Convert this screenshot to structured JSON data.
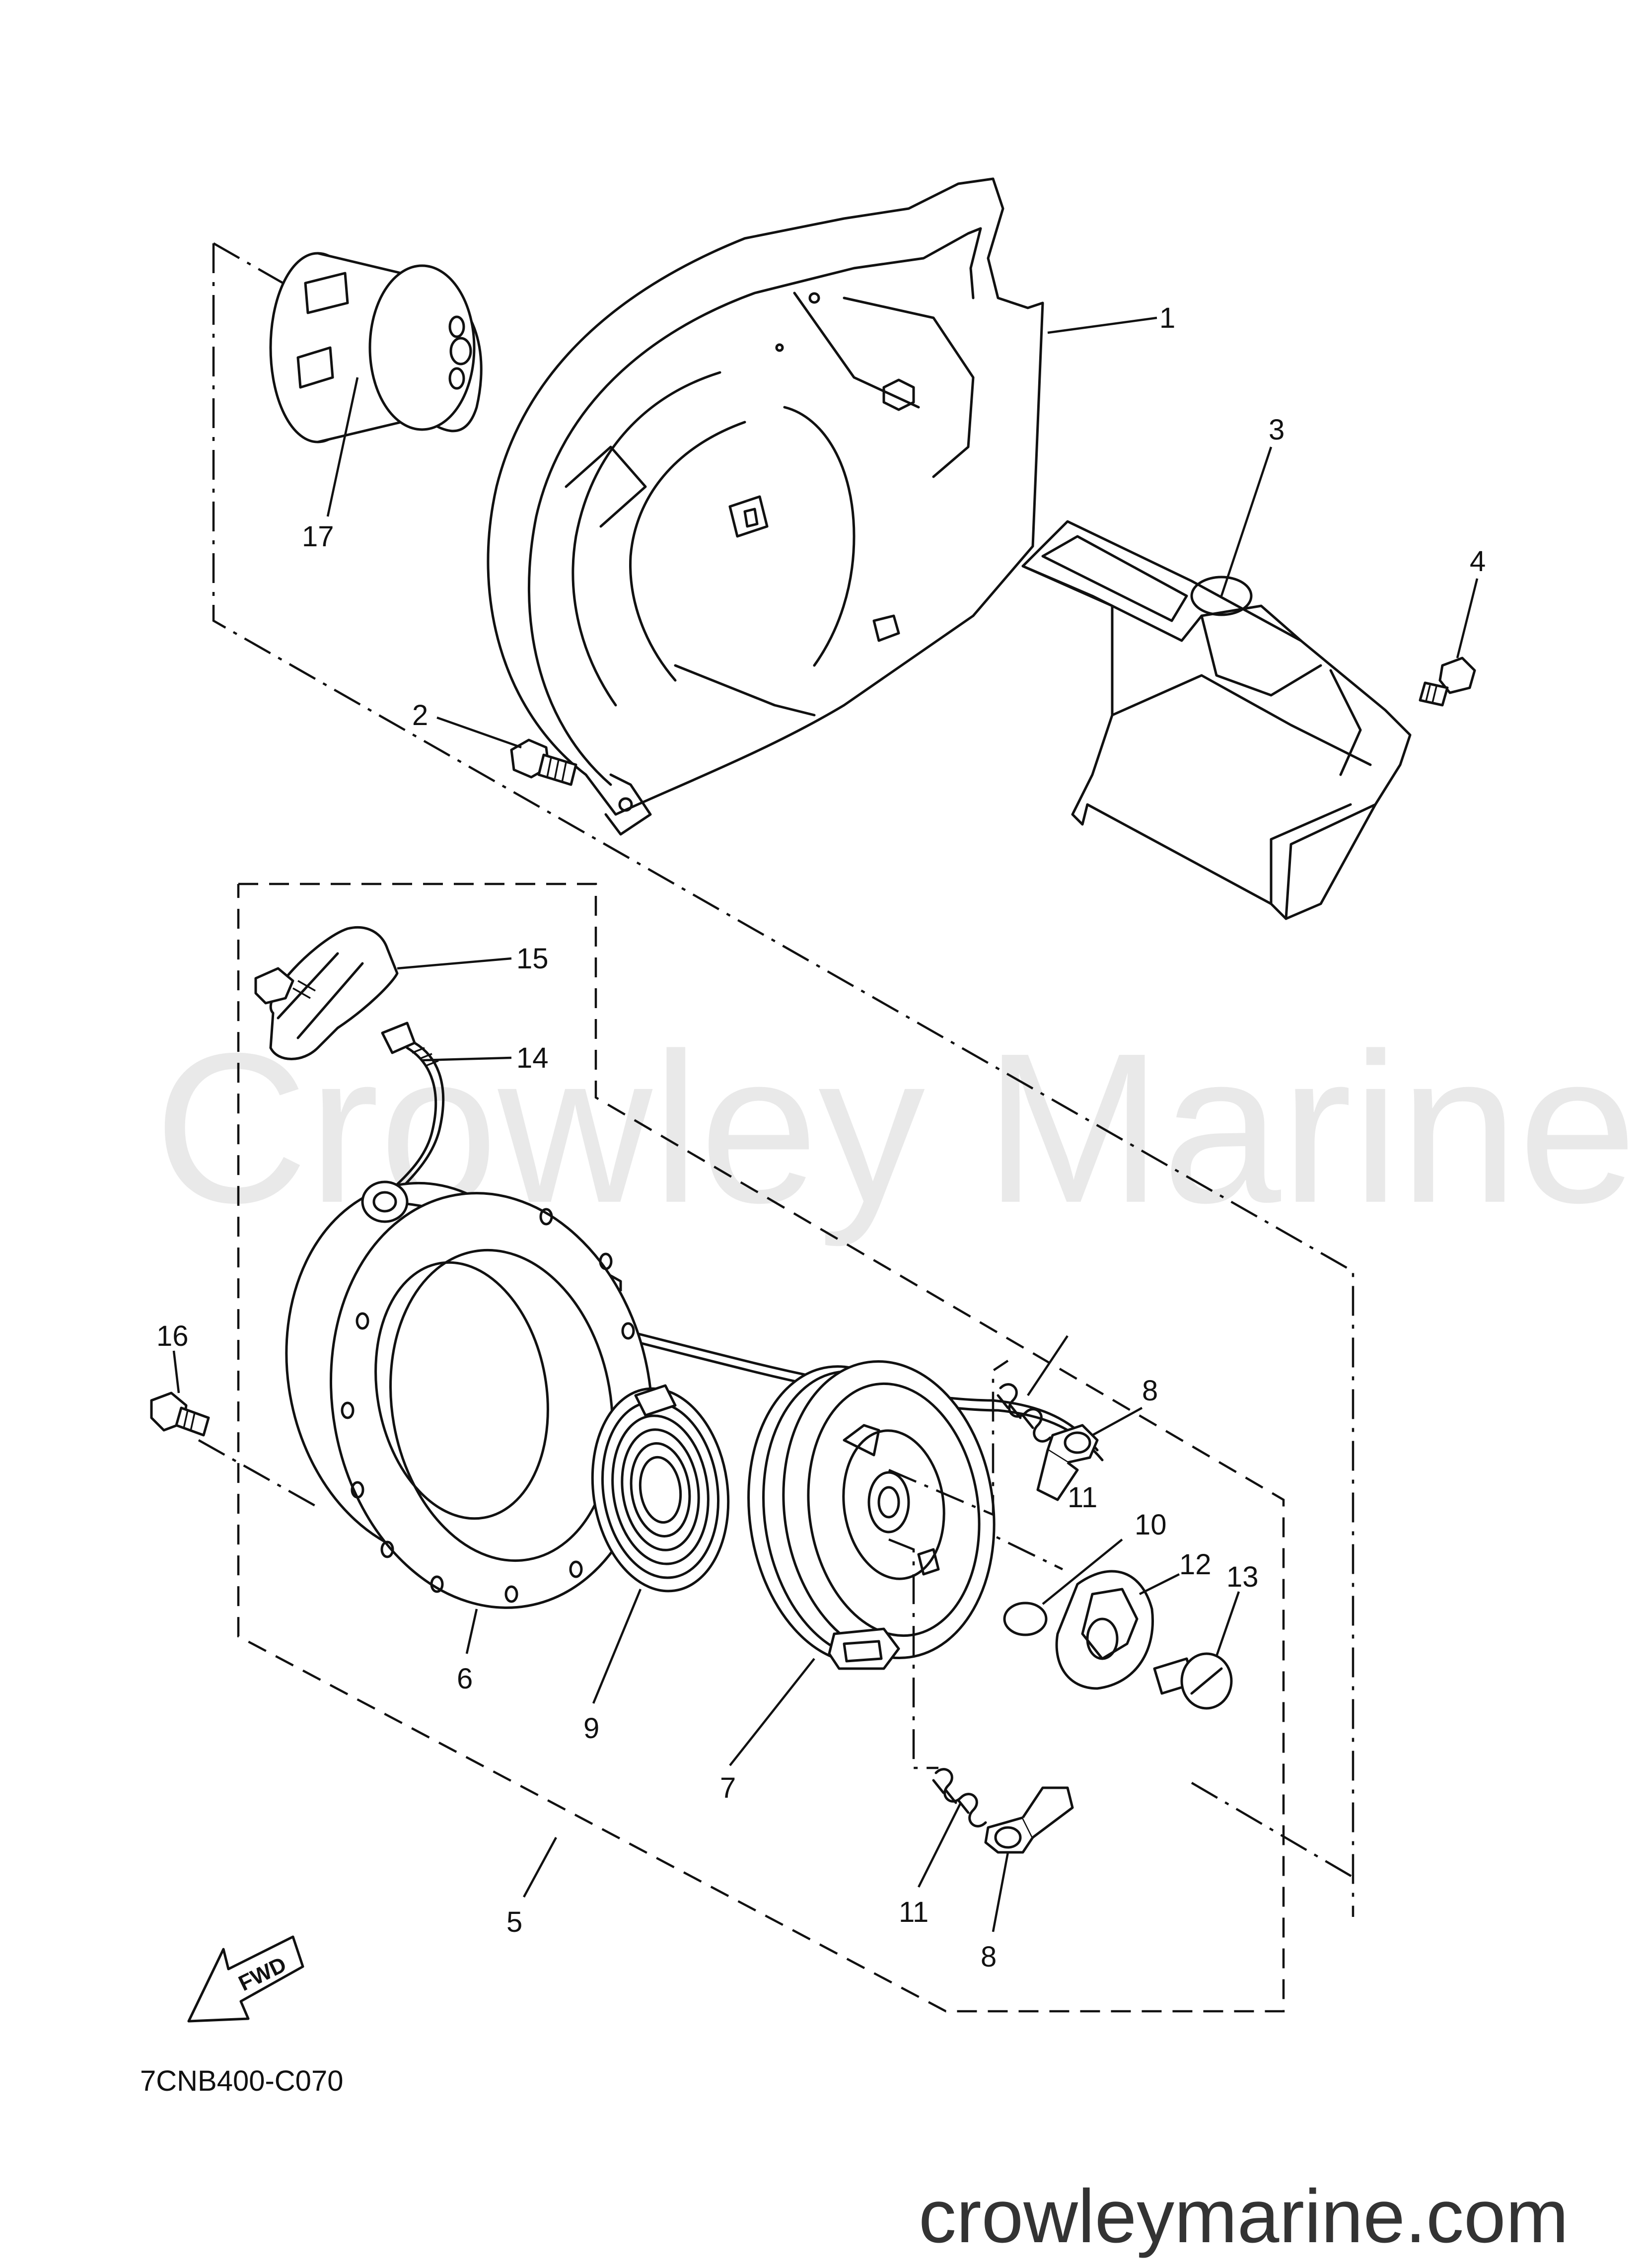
{
  "watermark": "Crowley Marine",
  "website": "crowleymarine.com",
  "diagram_code": "7CNB400-C070",
  "fwd_label": "FWD",
  "callouts": {
    "c1": "1",
    "c2": "2",
    "c3": "3",
    "c4": "4",
    "c5": "5",
    "c6": "6",
    "c7": "7",
    "c8a": "8",
    "c8b": "8",
    "c9": "9",
    "c10": "10",
    "c11a": "11",
    "c11b": "11",
    "c12": "12",
    "c13": "13",
    "c14": "14",
    "c15": "15",
    "c16": "16",
    "c17": "17"
  }
}
